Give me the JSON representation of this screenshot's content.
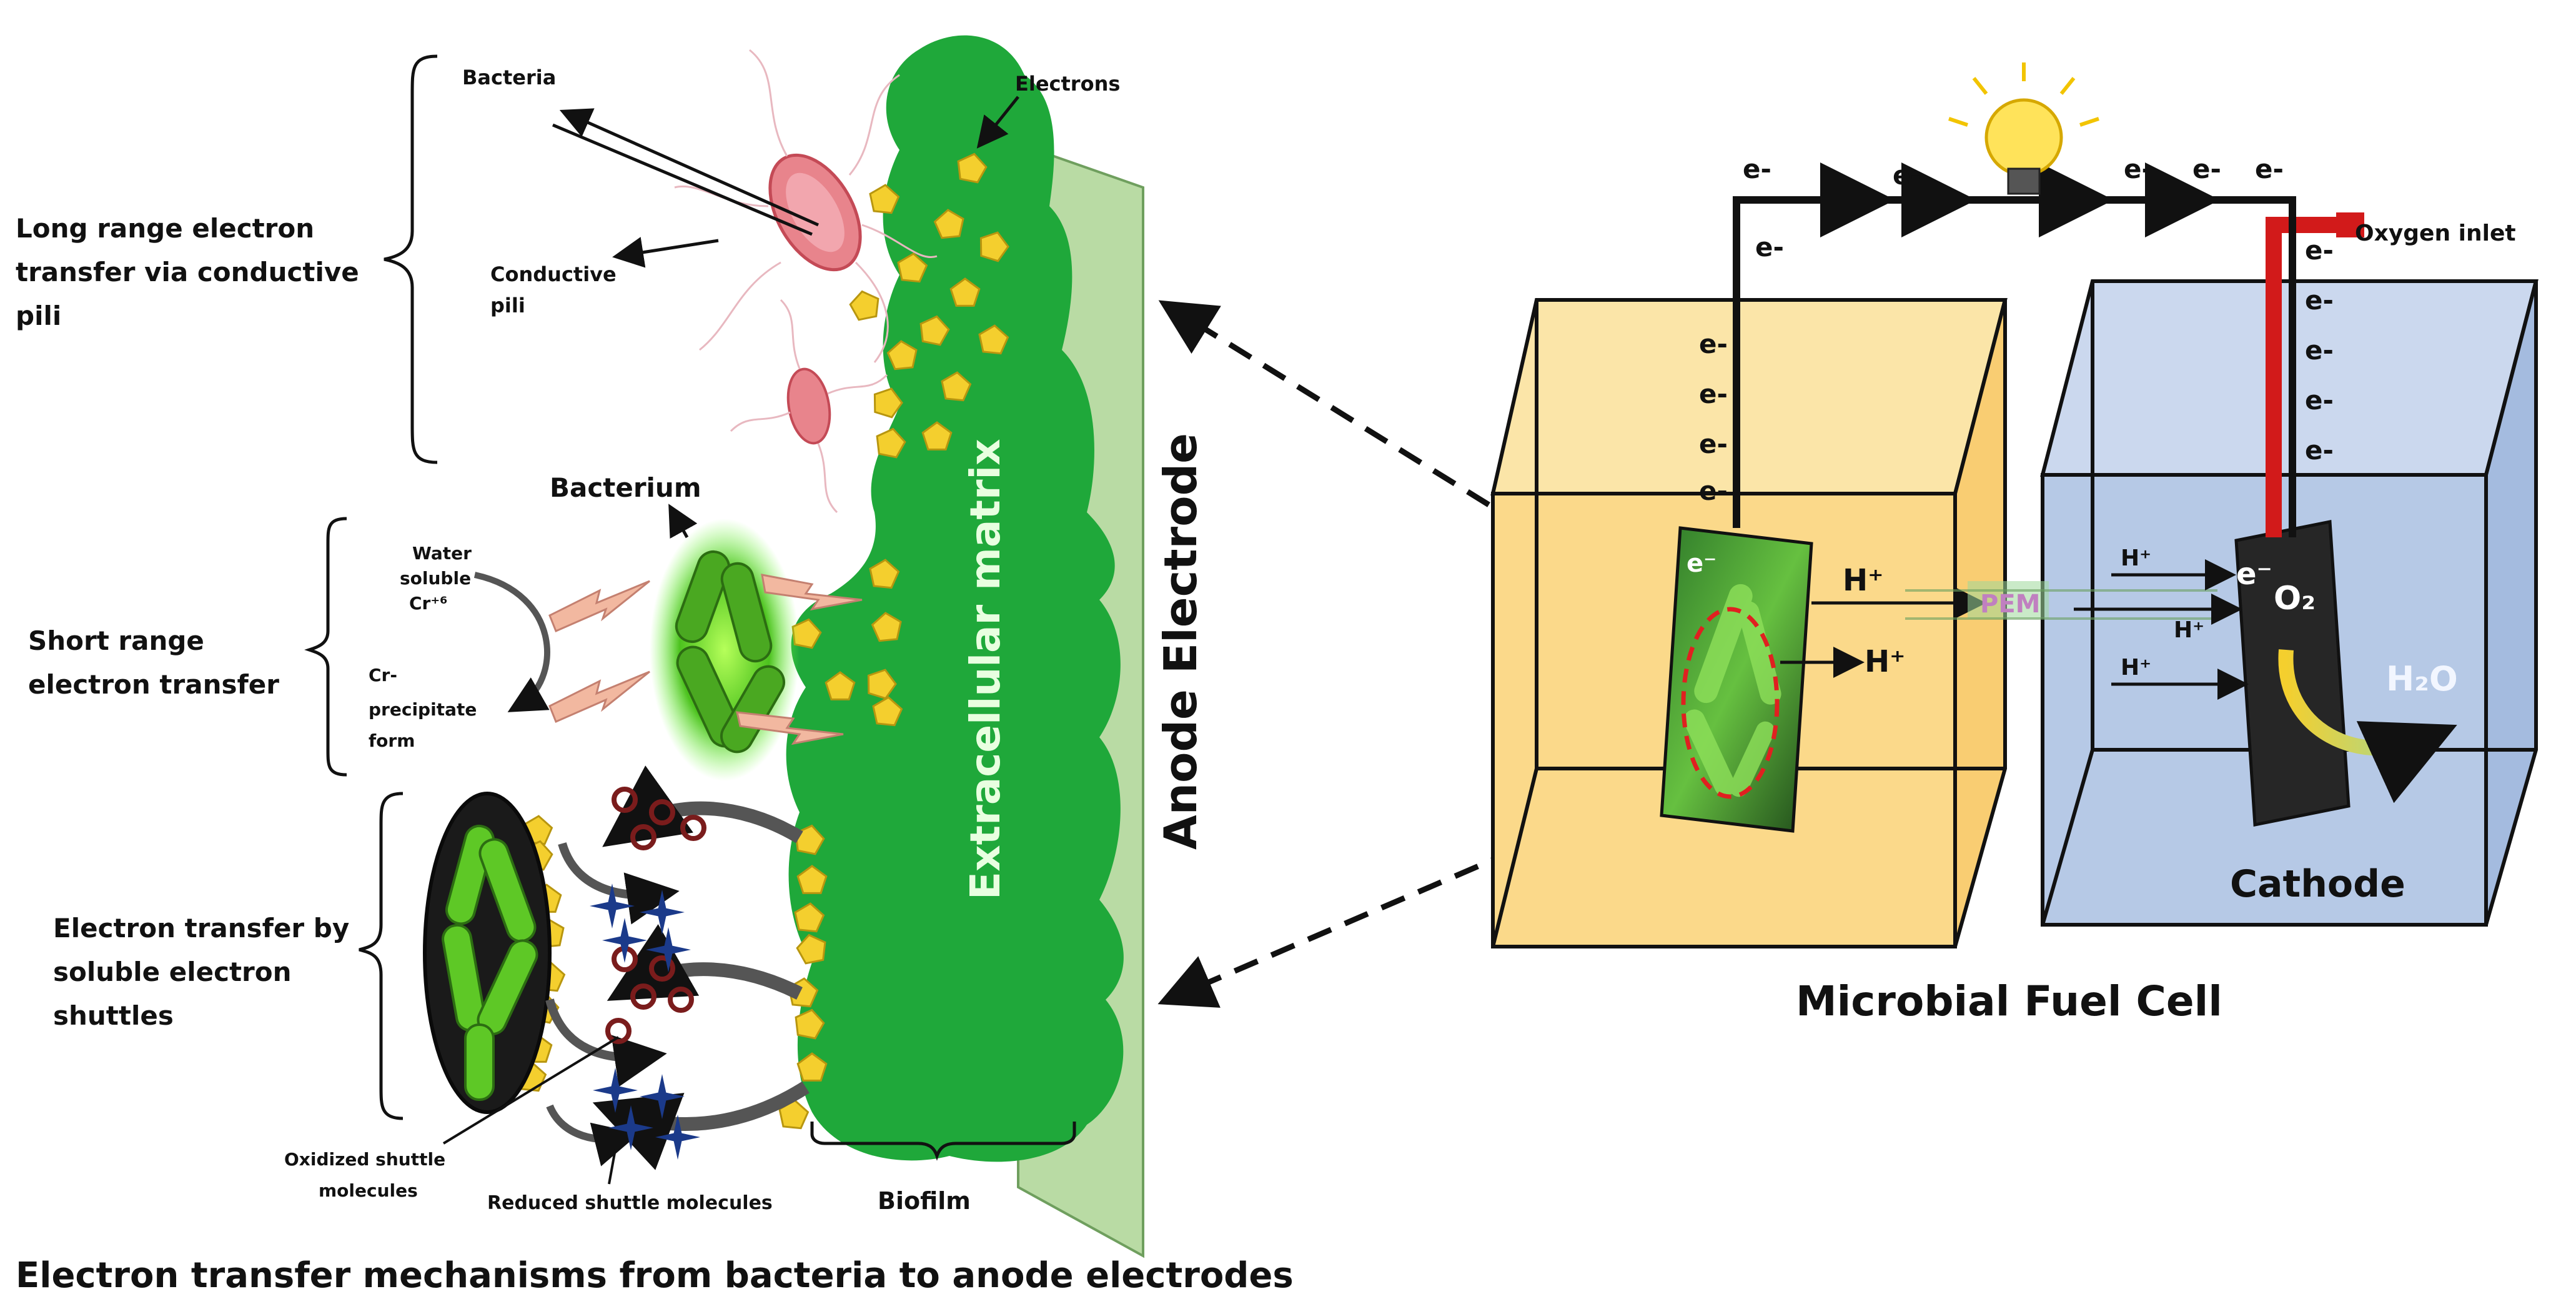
{
  "colors": {
    "biofilm_green": "#1fa83a",
    "electrode_light_green": "#b9dba4",
    "anode_chamber": "#fbd98a",
    "cathode_chamber": "#b6c9e6",
    "electron_yellow": "#f4cf2e",
    "oxygen_pipe_red": "#d21a1a",
    "shuttle_oxidized": "#7a1c1c",
    "shuttle_reduced": "#1b3a8a"
  },
  "icons": [
    "bacterium-icon",
    "light-bulb-icon",
    "electron-pentagon-icon",
    "lightning-bolt-icon",
    "oxidized-shuttle-ring-icon",
    "reduced-shuttle-star-icon"
  ],
  "left": {
    "mechanisms": {
      "long_range": [
        "Long range electron",
        "transfer via conductive",
        "pili"
      ],
      "short_range": [
        "Short range",
        "electron transfer"
      ],
      "shuttles": [
        "Electron transfer by",
        "soluble electron",
        "shuttles"
      ]
    },
    "labels": {
      "bacteria": "Bacteria",
      "electrons": "Electrons",
      "conductive_pili": [
        "Conductive",
        "pili"
      ],
      "bacterium": "Bacterium",
      "water_soluble": [
        "Water",
        "soluble",
        "Cr⁺⁶"
      ],
      "cr_precipitate": [
        "Cr-",
        "precipitate",
        "form"
      ],
      "oxidized_shuttle": [
        "Oxidized shuttle",
        "molecules"
      ],
      "reduced_shuttle": "Reduced shuttle molecules",
      "biofilm": "Biofilm",
      "extracellular_matrix": "Extracellular matrix",
      "anode_electrode": "Anode Electrode"
    },
    "caption": "Electron transfer mechanisms from bacteria to anode electrodes"
  },
  "right": {
    "electron": "e-",
    "electron_anode": "e⁻",
    "proton": "H⁺",
    "pem": "PEM",
    "oxygen_inlet": "Oxygen inlet",
    "o2": "O₂",
    "water": "H₂O",
    "cathode": "Cathode",
    "title": "Microbial Fuel Cell"
  }
}
